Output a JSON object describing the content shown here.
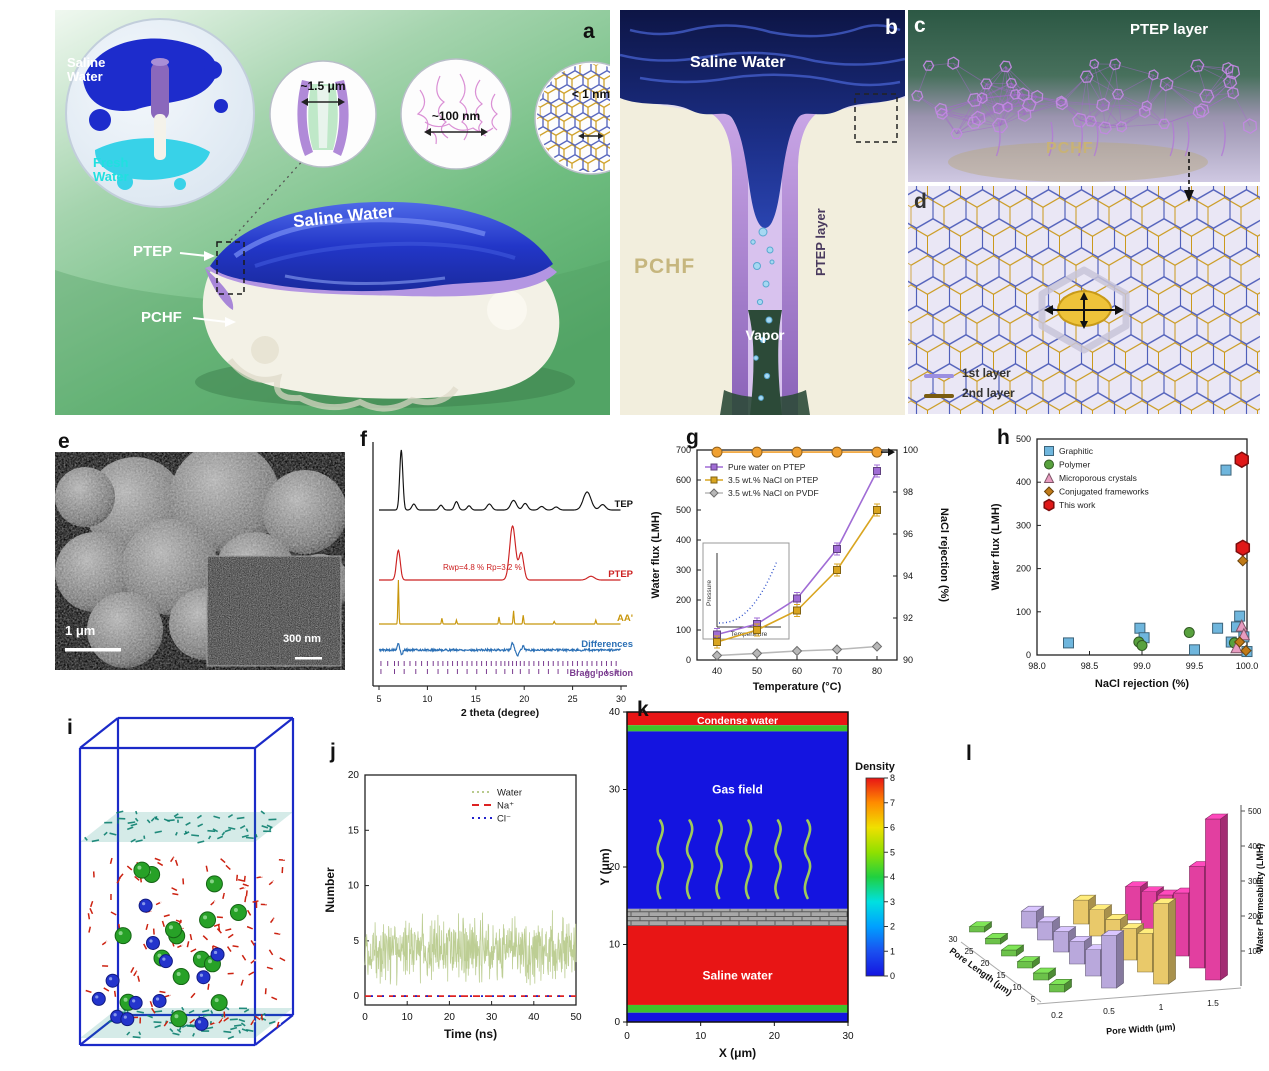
{
  "panels": {
    "a": {
      "letter": "a",
      "inset_saline": "Saline Water",
      "inset_fresh": "Fresh Water",
      "scale_circle_1": "~1.5 μm",
      "scale_circle_2": "~100 nm",
      "scale_circle_3": "< 1 nm",
      "water_label": "Saline Water",
      "ptep_label": "PTEP",
      "pchf_label": "PCHF"
    },
    "b": {
      "letter": "b",
      "water_label": "Saline Water",
      "pchf_label": "PCHF",
      "ptep_label": "PTEP layer",
      "vapor_label": "Vapor"
    },
    "c": {
      "letter": "c",
      "ptep_label": "PTEP  layer",
      "pchf_label": "PCHF"
    },
    "d": {
      "letter": "d",
      "legend_first": "1st layer",
      "legend_second": "2nd layer"
    },
    "e": {
      "letter": "e",
      "scalebar_main": "1 μm",
      "scalebar_inset": "300 nm"
    },
    "f": {
      "letter": "f"
    },
    "g": {
      "letter": "g"
    },
    "h": {
      "letter": "h"
    },
    "i": {
      "letter": "i"
    },
    "j": {
      "letter": "j"
    },
    "k": {
      "letter": "k"
    },
    "l": {
      "letter": "l"
    }
  },
  "chart_data": [
    {
      "id": "xrd",
      "panel": "f",
      "type": "line",
      "xlabel": "2 theta (degree)",
      "xlim": [
        5,
        30
      ],
      "xticks": [
        5,
        10,
        15,
        20,
        25,
        30
      ],
      "annotation": "Rwp=4.8 %  Rp=3.2 %",
      "series": [
        {
          "name": "TEP",
          "color": "#111111",
          "peaks": [
            [
              7.3,
              1.0,
              0.16
            ],
            [
              8.6,
              0.1,
              0.2
            ],
            [
              11.4,
              0.08,
              0.2
            ],
            [
              13.0,
              0.14,
              0.2
            ],
            [
              14.3,
              0.07,
              0.2
            ],
            [
              16.4,
              0.1,
              0.25
            ],
            [
              18.9,
              0.16,
              0.3
            ],
            [
              20.1,
              0.11,
              0.25
            ],
            [
              21.8,
              0.06,
              0.25
            ],
            [
              23.3,
              0.05,
              0.25
            ],
            [
              26.5,
              0.3,
              0.4
            ],
            [
              28.1,
              0.09,
              0.3
            ]
          ]
        },
        {
          "name": "PTEP",
          "color": "#cc2222",
          "peaks": [
            [
              7.0,
              0.55,
              0.2
            ],
            [
              18.8,
              1.0,
              0.3
            ],
            [
              19.7,
              0.5,
              0.25
            ],
            [
              26.9,
              0.07,
              0.35
            ]
          ]
        },
        {
          "name": "AA'",
          "color": "#c8960c",
          "peaks": [
            [
              7.0,
              1.0,
              0.05
            ],
            [
              11.5,
              0.13,
              0.05
            ],
            [
              13.0,
              0.09,
              0.05
            ],
            [
              17.4,
              0.16,
              0.05
            ],
            [
              18.9,
              0.3,
              0.05
            ],
            [
              19.9,
              0.2,
              0.05
            ],
            [
              23.1,
              0.06,
              0.05
            ],
            [
              27.4,
              0.09,
              0.05
            ]
          ]
        },
        {
          "name": "Differences",
          "color": "#2a6fb5",
          "peaks": [
            [
              7.0,
              0.9,
              0.1
            ],
            [
              7.35,
              -0.7,
              0.1
            ],
            [
              18.8,
              1.0,
              0.12
            ],
            [
              19.3,
              -0.8,
              0.12
            ],
            [
              19.9,
              0.6,
              0.1
            ]
          ]
        },
        {
          "name": "Bragg position",
          "color": "#7a3b8f",
          "type": "ticks",
          "positions": [
            5.2,
            5.9,
            6.6,
            7.0,
            7.6,
            8.2,
            8.8,
            9.4,
            10.0,
            10.6,
            11.1,
            11.6,
            12.1,
            12.6,
            13.1,
            13.6,
            14.1,
            14.6,
            15.1,
            15.6,
            16.1,
            16.6,
            17.1,
            17.6,
            18.0,
            18.4,
            18.8,
            19.2,
            19.6,
            20.0,
            20.5,
            21.0,
            21.5,
            22.0,
            22.5,
            23.0,
            23.5,
            24.0,
            24.5,
            25.0,
            25.5,
            26.0,
            26.5,
            27.0,
            27.5,
            28.0,
            28.5,
            29.0,
            29.5
          ]
        }
      ]
    },
    {
      "id": "flux_temperature",
      "panel": "g",
      "type": "line",
      "xlabel": "Temperature (°C)",
      "ylabel_left": "Water flux (LMH)",
      "ylabel_right": "NaCl rejection (%)",
      "xticks": [
        40,
        50,
        60,
        70,
        80
      ],
      "ylim_left": [
        0,
        700
      ],
      "yticks_left": [
        0,
        100,
        200,
        300,
        400,
        500,
        600,
        700
      ],
      "ylim_right": [
        90,
        100
      ],
      "yticks_right": [
        90,
        92,
        94,
        96,
        98,
        100
      ],
      "series": [
        {
          "name": "Pure water on PTEP",
          "marker": "square",
          "color": "#a06cd5",
          "axis": "left",
          "x": [
            40,
            50,
            60,
            70,
            80
          ],
          "y": [
            85,
            120,
            205,
            370,
            630
          ]
        },
        {
          "name": "3.5 wt.% NaCl on PTEP",
          "marker": "square",
          "color": "#d9a520",
          "axis": "left",
          "x": [
            40,
            50,
            60,
            70,
            80
          ],
          "y": [
            60,
            100,
            165,
            300,
            500
          ]
        },
        {
          "name": "3.5 wt.% NaCl on PVDF",
          "marker": "diamond",
          "color": "#b8b8b8",
          "axis": "left",
          "x": [
            40,
            50,
            60,
            70,
            80
          ],
          "y": [
            15,
            22,
            30,
            35,
            45
          ]
        },
        {
          "name": "NaCl rejection",
          "marker": "circle",
          "color": "#f0a030",
          "axis": "right",
          "x": [
            40,
            50,
            60,
            70,
            80
          ],
          "y": [
            99.9,
            99.9,
            99.9,
            99.9,
            99.9
          ]
        }
      ],
      "inset": {
        "xlabel": "Temperature",
        "ylabel": "Pressure"
      }
    },
    {
      "id": "flux_rejection",
      "panel": "h",
      "type": "scatter",
      "xlabel": "NaCl rejection (%)",
      "ylabel": "Water flux (LMH)",
      "xlim": [
        98.0,
        100.0
      ],
      "xticks": [
        98.0,
        98.5,
        99.0,
        99.5,
        100.0
      ],
      "ylim": [
        0,
        500
      ],
      "yticks": [
        0,
        100,
        200,
        300,
        400,
        500
      ],
      "series": [
        {
          "name": "Graphitic",
          "marker": "square",
          "color": "#6fb6dd",
          "points": [
            [
              98.3,
              28
            ],
            [
              98.98,
              62
            ],
            [
              99.02,
              40
            ],
            [
              99.5,
              12
            ],
            [
              99.72,
              62
            ],
            [
              99.8,
              428
            ],
            [
              99.85,
              30
            ],
            [
              99.9,
              65
            ],
            [
              99.93,
              90
            ],
            [
              99.97,
              42
            ],
            [
              100.0,
              8
            ]
          ]
        },
        {
          "name": "Polymer",
          "marker": "circle",
          "color": "#58a13e",
          "points": [
            [
              98.97,
              30
            ],
            [
              99.0,
              22
            ],
            [
              99.45,
              52
            ],
            [
              99.88,
              28
            ]
          ]
        },
        {
          "name": "Microporous crystals",
          "marker": "triangle",
          "color": "#e89cc0",
          "points": [
            [
              99.9,
              18
            ],
            [
              99.95,
              68
            ],
            [
              99.97,
              48
            ]
          ]
        },
        {
          "name": "Conjugated frameworks",
          "marker": "diamond",
          "color": "#c07a18",
          "points": [
            [
              99.96,
              218
            ],
            [
              99.93,
              30
            ],
            [
              99.99,
              10
            ]
          ]
        },
        {
          "name": "This work",
          "marker": "hexagon",
          "color": "#e01818",
          "points": [
            [
              99.95,
              452
            ],
            [
              99.96,
              248
            ]
          ]
        }
      ]
    },
    {
      "id": "ion_count",
      "panel": "j",
      "type": "line",
      "xlabel": "Time (ns)",
      "ylabel": "Number",
      "xlim": [
        0,
        50
      ],
      "xticks": [
        0,
        10,
        20,
        30,
        40,
        50
      ],
      "ylim": [
        0,
        20
      ],
      "yticks": [
        0,
        5,
        10,
        15,
        20
      ],
      "series": [
        {
          "name": "Water",
          "color": "#b9cb8e",
          "style": "noisy",
          "mean": 4.3,
          "spread": 2.7,
          "min": 0,
          "max": 11
        },
        {
          "name": "Na⁺",
          "color": "#dd2222",
          "style": "dashed",
          "value": 0
        },
        {
          "name": "Cl⁻",
          "color": "#2222cc",
          "style": "dotted",
          "value": 0
        }
      ]
    },
    {
      "id": "density_field",
      "panel": "k",
      "type": "heatmap",
      "xlabel": "X (μm)",
      "ylabel": "Y (μm)",
      "xlim": [
        0,
        30
      ],
      "xticks": [
        0,
        10,
        20,
        30
      ],
      "ylim": [
        0,
        40
      ],
      "yticks": [
        0,
        10,
        20,
        30,
        40
      ],
      "regions": [
        {
          "label": "Condense water",
          "label_y": 39.0,
          "y0": 38.3,
          "y1": 40,
          "color": "#e81515"
        },
        {
          "label": "",
          "y0": 37.5,
          "y1": 38.3,
          "color": "#3fc32a"
        },
        {
          "label": "Gas field",
          "label_y": 30,
          "y0": 14.6,
          "y1": 37.5,
          "color": "#1414e0"
        },
        {
          "label": "",
          "y0": 12.4,
          "y1": 14.6,
          "color": "#a8a8a8",
          "pattern": "brick"
        },
        {
          "label": "Saline water",
          "label_y": 6,
          "y0": 2.2,
          "y1": 12.4,
          "color": "#e81515"
        },
        {
          "label": "",
          "y0": 1.2,
          "y1": 2.2,
          "color": "#3fc32a"
        },
        {
          "label": "",
          "y0": 0,
          "y1": 1.2,
          "color": "#1414e0"
        }
      ],
      "vapor_streams": {
        "x_positions": [
          4.5,
          8.5,
          12.5,
          16.5,
          20.5,
          24.5
        ],
        "y_range": [
          16,
          26
        ],
        "color": "#9fca5a"
      },
      "colorbar": {
        "title": "Density",
        "min": 0,
        "max": 8,
        "ticks": [
          0,
          1,
          2,
          3,
          4,
          5,
          6,
          7,
          8
        ],
        "stops": [
          "#1414e0",
          "#1a50f0",
          "#00a0ff",
          "#00e0e0",
          "#20d040",
          "#90e000",
          "#f0e000",
          "#ff8c00",
          "#e81515"
        ]
      }
    },
    {
      "id": "permeability_3d",
      "panel": "l",
      "type": "bar",
      "zlabel": "Water Permeability (LMH)",
      "xlabel": "Pore Width (μm)",
      "ylabel": "Pore Length (μm)",
      "zlim": [
        0,
        500
      ],
      "zticks": [
        100,
        200,
        300,
        400,
        500
      ],
      "pore_lengths": [
        5,
        10,
        15,
        20,
        25,
        30
      ],
      "series": [
        {
          "pore_width": 0.2,
          "color": "#6cc24a",
          "values": [
            22,
            20,
            18,
            17,
            16,
            15
          ]
        },
        {
          "pore_width": 0.5,
          "color": "#b9a8dc",
          "values": [
            150,
            75,
            65,
            58,
            52,
            48
          ]
        },
        {
          "pore_width": 1,
          "color": "#e9c96a",
          "values": [
            230,
            110,
            90,
            82,
            75,
            68
          ]
        },
        {
          "pore_width": 1.5,
          "color": "#e23fa0",
          "values": [
            460,
            290,
            180,
            140,
            115,
            95
          ]
        }
      ]
    }
  ]
}
